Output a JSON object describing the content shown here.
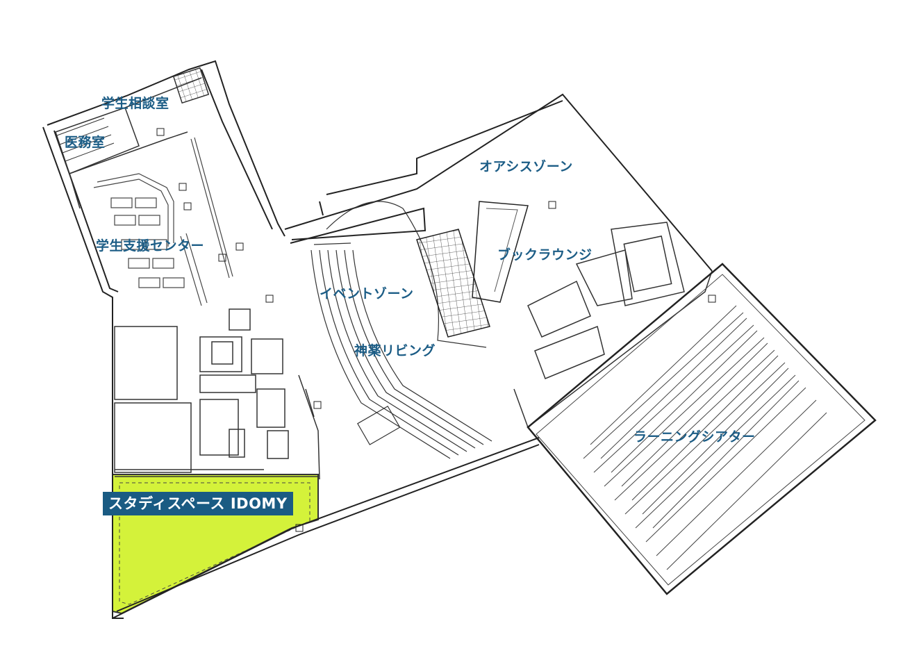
{
  "floor_plan": {
    "highlight_color": "#d4f23a",
    "label_color": "#1c5d86",
    "label_bg_color": "#1a5b83",
    "rooms": {
      "student_counseling": "学生相談室",
      "medical_office": "医務室",
      "student_support_center": "学生支援センター",
      "event_zone": "イベントゾーン",
      "jinyaku_living": "神薬リビング",
      "oasis_zone": "オアシスゾーン",
      "book_lounge": "ブックラウンジ",
      "learning_theater": "ラーニングシアター"
    },
    "highlighted_room": "スタディスペース IDOMY"
  }
}
